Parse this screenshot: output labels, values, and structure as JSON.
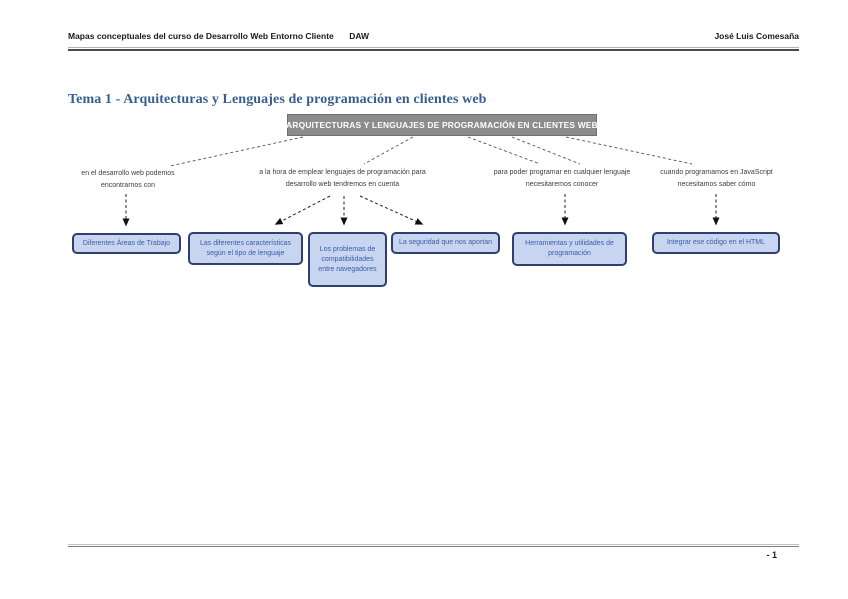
{
  "header": {
    "left": "Mapas conceptuales del curso de Desarrollo Web Entorno Cliente",
    "center": "DAW",
    "right": "José Luis Comesaña"
  },
  "title": "Tema 1 - Arquitecturas y Lenguajes de programación en clientes web",
  "map": {
    "root": "ARQUITECTURAS Y LENGUAJES DE PROGRAMACIÓN EN CLIENTES WEB",
    "branches": [
      {
        "label": "en el desarrollo web podemos encontrarnos con",
        "children": [
          "Diferentes Áreas de Trabajo"
        ]
      },
      {
        "label": "a la hora de emplear lenguajes de programación para desarrollo web tendremos en cuenta",
        "children": [
          "Las diferentes características según el tipo de lenguaje",
          "Los problemas de compatibilidades entre navegadores",
          "La seguridad que nos aportan"
        ]
      },
      {
        "label": "para poder programar en cualquier lenguaje necesitaremos conocer",
        "children": [
          "Herramientas y utilidades de programación"
        ]
      },
      {
        "label": "cuando programamos en JavaScript necesitamos saber cómo",
        "children": [
          "Integrar ese código en el HTML"
        ]
      }
    ]
  },
  "footer": {
    "page_number": "- 1"
  },
  "colors": {
    "title": "#365f91",
    "root_bg": "#8c8c8c",
    "root_text": "#ffffff",
    "node_fill": "#c7d5f0",
    "node_border": "#2f3f70",
    "node_text": "#3c5ca8",
    "edge": "#333333"
  }
}
